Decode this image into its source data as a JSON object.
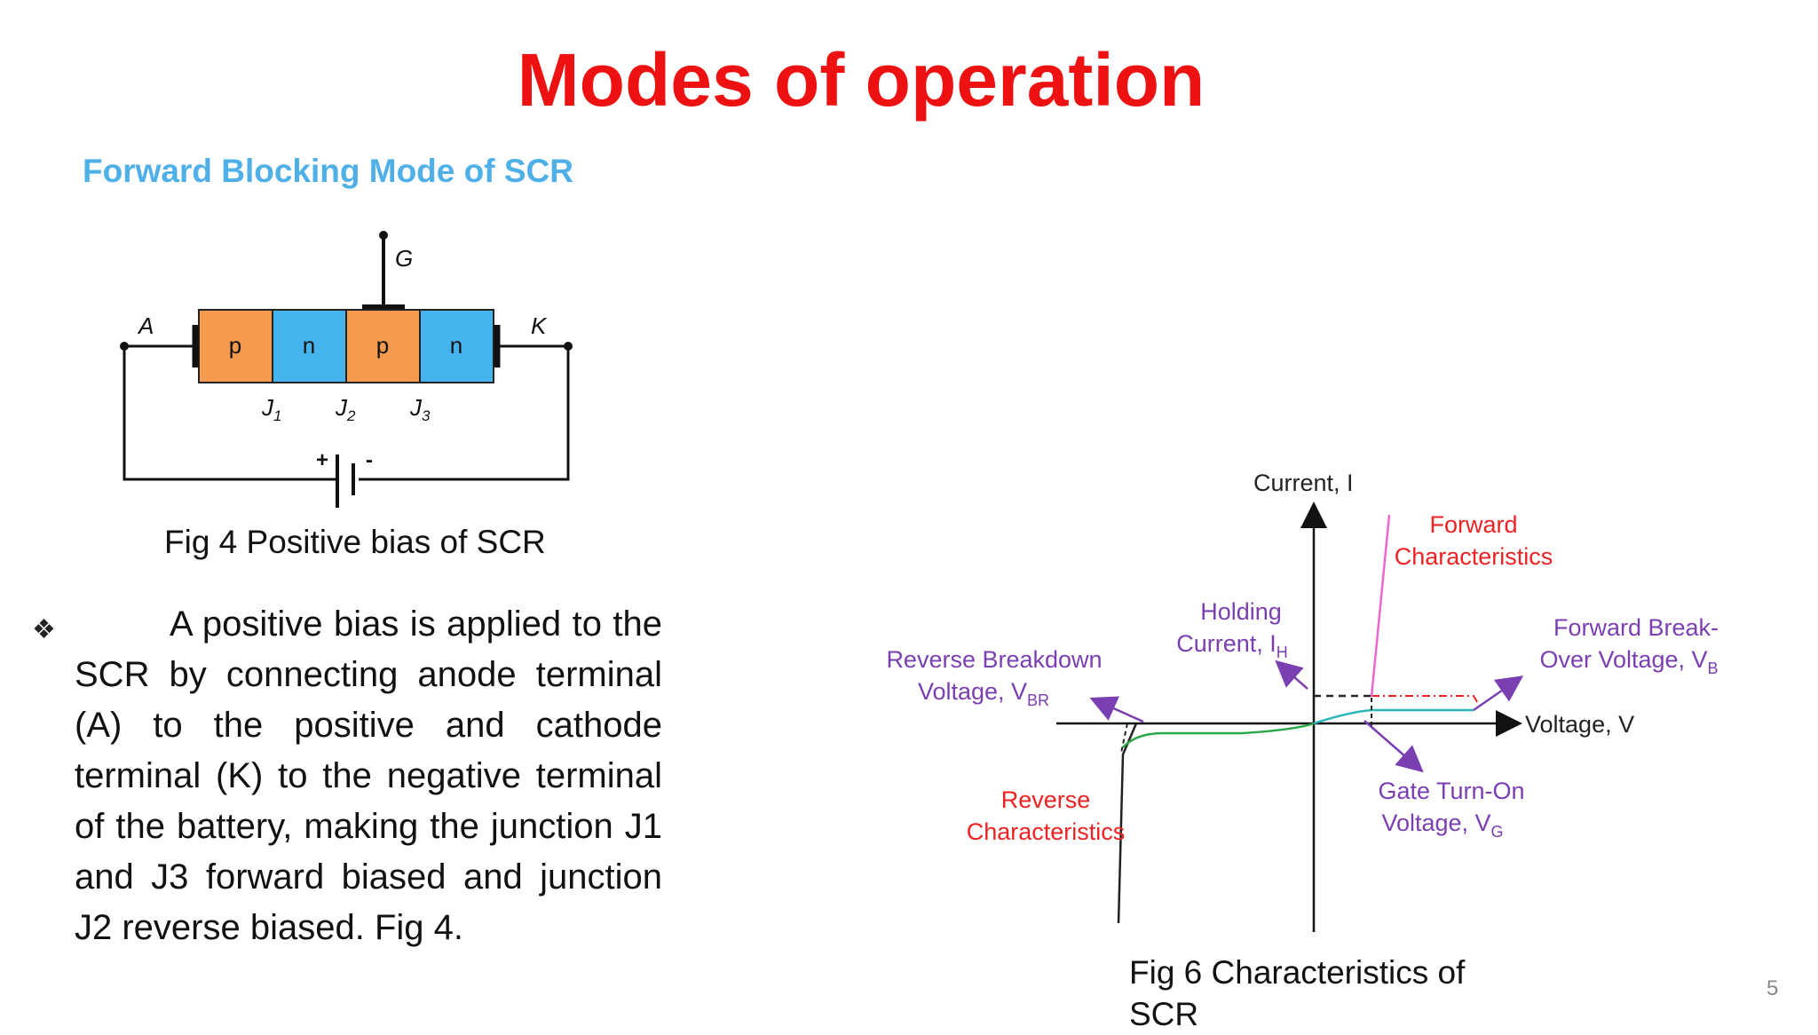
{
  "slide": {
    "title": "Modes of operation",
    "subtitle": "Forward Blocking Mode of SCR",
    "slide_number": "5"
  },
  "fig4": {
    "caption": "Fig 4 Positive bias of SCR",
    "labels": {
      "gate": "G",
      "anode": "A",
      "cathode": "K",
      "plus": "+",
      "minus": "-"
    },
    "layers": [
      "p",
      "n",
      "p",
      "n"
    ],
    "junctions": [
      {
        "main": "J",
        "sub": "1"
      },
      {
        "main": "J",
        "sub": "2"
      },
      {
        "main": "J",
        "sub": "3"
      }
    ],
    "colors": {
      "p": "#f59a4f",
      "n": "#45b4ee"
    }
  },
  "paragraph": {
    "bullet": "❖",
    "text": "A positive bias is applied to the SCR by connecting anode terminal (A) to the positive and cathode terminal (K) to the negative terminal of the battery, making the junction J1 and J3 forward biased and junction J2 reverse biased. Fig 4."
  },
  "fig6": {
    "caption": "Fig 6 Characteristics of SCR",
    "axis_current": "Current, I",
    "axis_voltage": "Voltage, V",
    "forward_line1": "Forward",
    "forward_line2": "Characteristics",
    "holding_line1": "Holding",
    "holding_line2": "Current, I",
    "holding_sub": "H",
    "fbo_line1": "Forward Break-",
    "fbo_line2": "Over Voltage, V",
    "fbo_sub": "B",
    "rb_line1": "Reverse Breakdown",
    "rb_line2": "Voltage, V",
    "rb_sub": "BR",
    "reverse_line1": "Reverse",
    "reverse_line2": "Characteristics",
    "gate_line1": "Gate Turn-On",
    "gate_line2": "Voltage, V",
    "gate_sub": "G",
    "colors": {
      "red": "#ee2222",
      "purple": "#7a3fb0",
      "green": "#2aa84a",
      "cyan": "#2bb5b8",
      "pink": "#ee66cc"
    }
  }
}
